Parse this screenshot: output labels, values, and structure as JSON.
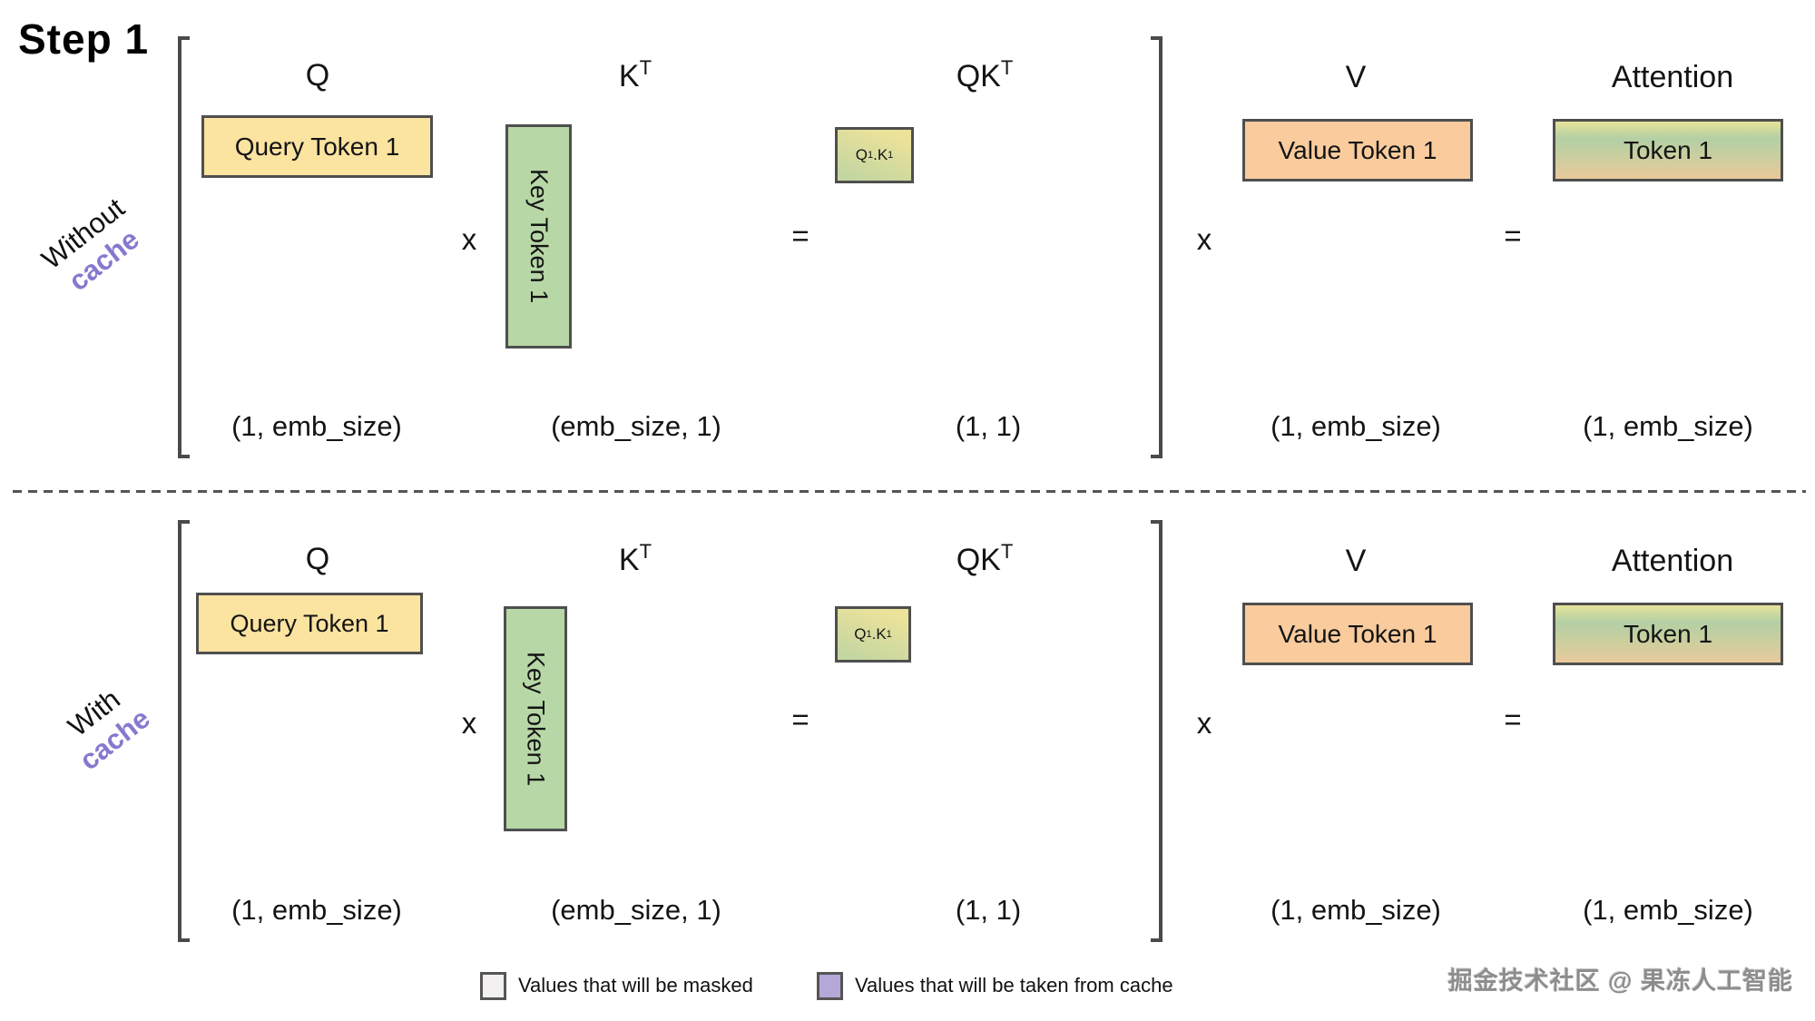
{
  "title": "Step 1",
  "colors": {
    "yellow": "#fbe3a0",
    "green": "#b7d8a6",
    "orange": "#f9cb9d",
    "purple_text": "#8579cf",
    "legend_masked_fill": "#f2f0f1",
    "legend_cache_fill": "#b4a8d8",
    "watermark_gray": "#8d8d8d",
    "qk_gradient": "linear-gradient(200deg, #ece29a 15%, #c3d6a1 90%)",
    "attention_gradient": "linear-gradient(180deg, #e6e49a 0%, #b3cfa4 30%, #c9cf9f 60%, #e9c99c 100%)"
  },
  "rows": [
    {
      "side_label_line1": "Without",
      "side_label_line2": "cache",
      "q_header": "Q",
      "k_header": {
        "base": "K",
        "sup": "T"
      },
      "qk_header": {
        "base": "QK",
        "sup": "T"
      },
      "v_header": "V",
      "attention_header": "Attention",
      "query_box": "Query Token 1",
      "key_box": "Key Token 1",
      "qk_cell": {
        "q_base": "Q",
        "q_sub": "1",
        "sep": ".",
        "k_base": "K",
        "k_sub": "1"
      },
      "value_box": "Value Token 1",
      "attention_box": "Token 1",
      "multiply_1": "x",
      "equals_1": "=",
      "multiply_2": "x",
      "equals_2": "=",
      "dim_q": "(1, emb_size)",
      "dim_k": "(emb_size, 1)",
      "dim_qk": "(1, 1)",
      "dim_v": "(1, emb_size)",
      "dim_attention": "(1, emb_size)"
    },
    {
      "side_label_line1": "With",
      "side_label_line2": "cache",
      "q_header": "Q",
      "k_header": {
        "base": "K",
        "sup": "T"
      },
      "qk_header": {
        "base": "QK",
        "sup": "T"
      },
      "v_header": "V",
      "attention_header": "Attention",
      "query_box": "Query Token 1",
      "key_box": "Key Token 1",
      "qk_cell": {
        "q_base": "Q",
        "q_sub": "1",
        "sep": ".",
        "k_base": "K",
        "k_sub": "1"
      },
      "value_box": "Value Token 1",
      "attention_box": "Token 1",
      "multiply_1": "x",
      "equals_1": "=",
      "multiply_2": "x",
      "equals_2": "=",
      "dim_q": "(1, emb_size)",
      "dim_k": "(emb_size, 1)",
      "dim_qk": "(1, 1)",
      "dim_v": "(1, emb_size)",
      "dim_attention": "(1, emb_size)"
    }
  ],
  "legend": [
    {
      "label": "Values that will be masked"
    },
    {
      "label": "Values that will be taken from cache"
    }
  ],
  "watermark": "掘金技术社区 @ 果冻人工智能"
}
